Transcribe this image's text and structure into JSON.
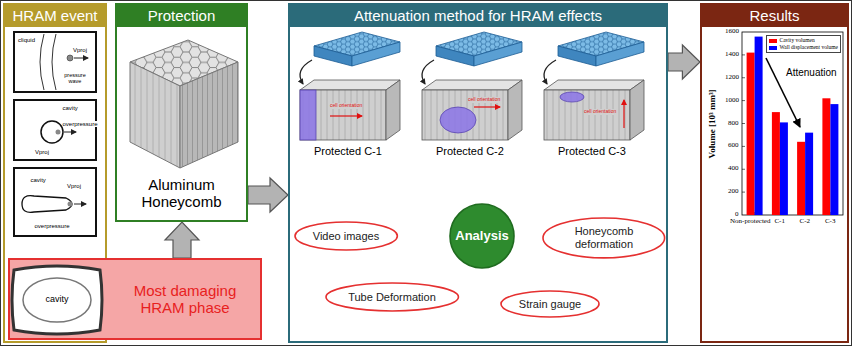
{
  "diagram": {
    "nodes": [
      {
        "text": [
          "HRAM event"
        ]
      },
      {
        "text": [
          "Protection",
          "Aluminum Honeycomb"
        ]
      },
      {
        "text": [
          "Attenuation method for HRAM effects"
        ]
      },
      {
        "text": [
          "Analysis"
        ],
        "in": 2
      },
      {
        "text": [
          "Video images"
        ],
        "in": 2
      },
      {
        "text": [
          "Honeycomb deformation"
        ],
        "in": 2
      },
      {
        "text": [
          "Tube Deformation"
        ],
        "in": 2
      },
      {
        "text": [
          "Strain gauge"
        ],
        "in": 2
      },
      {
        "text": [
          "Results"
        ]
      },
      {
        "text": [
          "Most damaging HRAM phase"
        ]
      }
    ],
    "edges": [
      {
        "from": 9,
        "to": 1,
        "arrow": "to"
      },
      {
        "from": 1,
        "to": 2,
        "arrow": "to"
      },
      {
        "from": 2,
        "to": 8,
        "arrow": "to"
      }
    ],
    "labels": [
      "cliquid",
      "Vproj",
      "pressure wave",
      "cavity",
      "Vproj",
      "overpressure",
      "cavity",
      "Vproj",
      "overpressure",
      "cavity",
      "Protected C-1",
      "Protected C-2",
      "Protected C-3",
      "cell orientation",
      "cell orientation",
      "cell orientation",
      "Volume [10³ mm³]",
      "0",
      "200",
      "400",
      "600",
      "800",
      "1000",
      "1200",
      "1400",
      "1600",
      "Non-protected",
      "C-1",
      "C-2",
      "C-3",
      "Attenuation"
    ],
    "legend": [
      {
        "text": "Cavity volumen",
        "color": "#ff0000"
      },
      {
        "text": "Wall displacement volume",
        "color": "#0000ff"
      }
    ]
  }
}
